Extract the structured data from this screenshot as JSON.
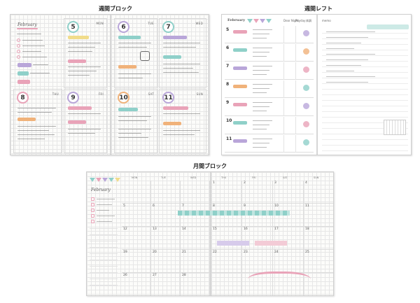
{
  "captions": {
    "weekly_block": "週間ブロック",
    "weekly_left": "週間レフト",
    "monthly_block": "月間ブロック"
  },
  "weekly_block": {
    "month_title": "February",
    "days": [
      {
        "num": "5",
        "name": "MON"
      },
      {
        "num": "6",
        "name": "TUE"
      },
      {
        "num": "7",
        "name": "WED"
      },
      {
        "num": "8",
        "name": "THU"
      },
      {
        "num": "9",
        "name": "FRI"
      },
      {
        "num": "10",
        "name": "SAT"
      },
      {
        "num": "11",
        "name": "SUN"
      }
    ]
  },
  "weekly_left": {
    "month_title": "February",
    "header_cols": [
      "Dear Night",
      "Payday",
      "体調"
    ],
    "days": [
      {
        "num": "5"
      },
      {
        "num": "6"
      },
      {
        "num": "7"
      },
      {
        "num": "8"
      },
      {
        "num": "9"
      },
      {
        "num": "10"
      },
      {
        "num": "11"
      }
    ],
    "memo_label": "memo"
  },
  "monthly_block": {
    "month_title": "February",
    "weekdays": [
      "MON",
      "TUE",
      "WED",
      "THU",
      "FRI",
      "SAT",
      "SUN"
    ],
    "weeks": [
      [
        "",
        "",
        "",
        "1",
        "2",
        "3",
        "4"
      ],
      [
        "5",
        "6",
        "7",
        "8",
        "9",
        "10",
        "11"
      ],
      [
        "12",
        "13",
        "14",
        "15",
        "16",
        "17",
        "18"
      ],
      [
        "19",
        "20",
        "21",
        "22",
        "23",
        "24",
        "25"
      ],
      [
        "26",
        "27",
        "28",
        "",
        "",
        "",
        ""
      ]
    ],
    "colors": {
      "mint": "#8fd0c9",
      "pink": "#e9a3b8",
      "lavender": "#b9a6d9",
      "orange": "#f0b27a",
      "yellow": "#f1dc8a"
    }
  }
}
